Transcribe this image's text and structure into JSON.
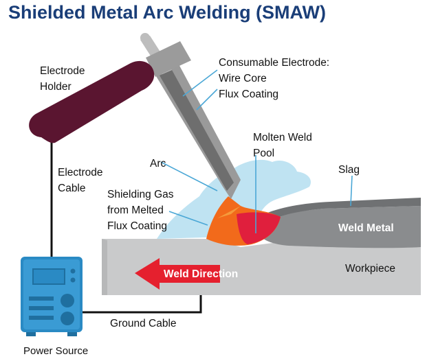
{
  "title": "Shielded Metal Arc Welding (SMAW)",
  "labels": {
    "electrode_holder_1": "Electrode",
    "electrode_holder_2": "Holder",
    "consumable_1": "Consumable Electrode:",
    "consumable_2": "Wire Core",
    "consumable_3": "Flux Coating",
    "molten_1": "Molten Weld",
    "molten_2": "Pool",
    "arc": "Arc",
    "slag": "Slag",
    "electrode_cable_1": "Electrode",
    "electrode_cable_2": "Cable",
    "shield_1": "Shielding Gas",
    "shield_2": "from Melted",
    "shield_3": "Flux Coating",
    "weld_metal": "Weld Metal",
    "workpiece": "Workpiece",
    "weld_direction": "Weld Direction",
    "ground_cable": "Ground Cable",
    "power_source": "Power Source"
  },
  "colors": {
    "title": "#1a3e78",
    "holder": "#5a1530",
    "electrode_gray": "#9a9a9a",
    "arc_orange": "#f26a1b",
    "weld_red": "#e01f3d",
    "gas_blue": "#bfe3f2",
    "metal_gray": "#8a8c8e",
    "workpiece_gray": "#c9cacb",
    "power_blue": "#2a8ac4",
    "arrow_red": "#e5202e"
  },
  "icons": [
    "power-source-icon",
    "weld-direction-arrow-icon"
  ]
}
